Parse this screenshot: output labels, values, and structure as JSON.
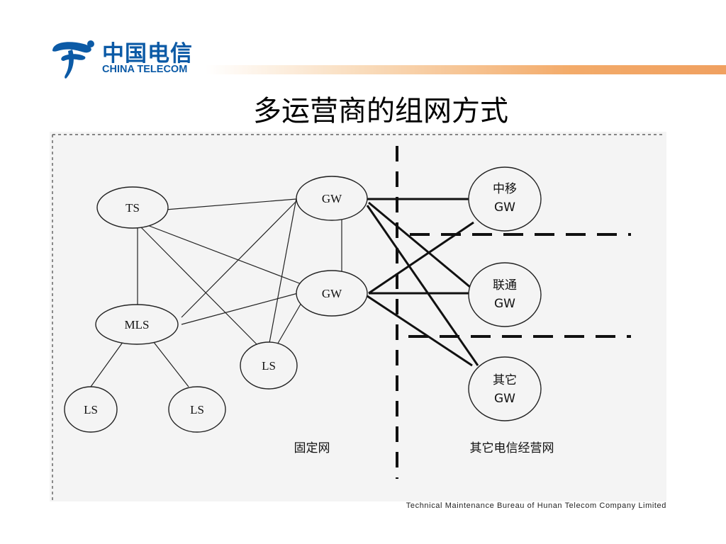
{
  "logo": {
    "name_cn": "中国电信",
    "name_en": "CHINA TELECOM"
  },
  "title": "多运营商的组网方式",
  "diagram": {
    "nodes": {
      "ts": "TS",
      "mls": "MLS",
      "ls_bottom_left": "LS",
      "ls_bottom_mid": "LS",
      "ls_center": "LS",
      "gw_top": "GW",
      "gw_mid": "GW",
      "cmcc_gw": {
        "line1": "中移",
        "line2": "GW"
      },
      "unicom_gw": {
        "line1": "联通",
        "line2": "GW"
      },
      "other_gw": {
        "line1": "其它",
        "line2": "GW"
      }
    },
    "regions": {
      "fixed": "固定网",
      "others": "其它电信经营网"
    }
  },
  "footer": "Technical Maintenance Bureau of Hunan Telecom Company Limited",
  "colors": {
    "brand_blue": "#0b5aa6",
    "bar_orange": "#f0a060",
    "diagram_bg": "#f4f4f4"
  }
}
